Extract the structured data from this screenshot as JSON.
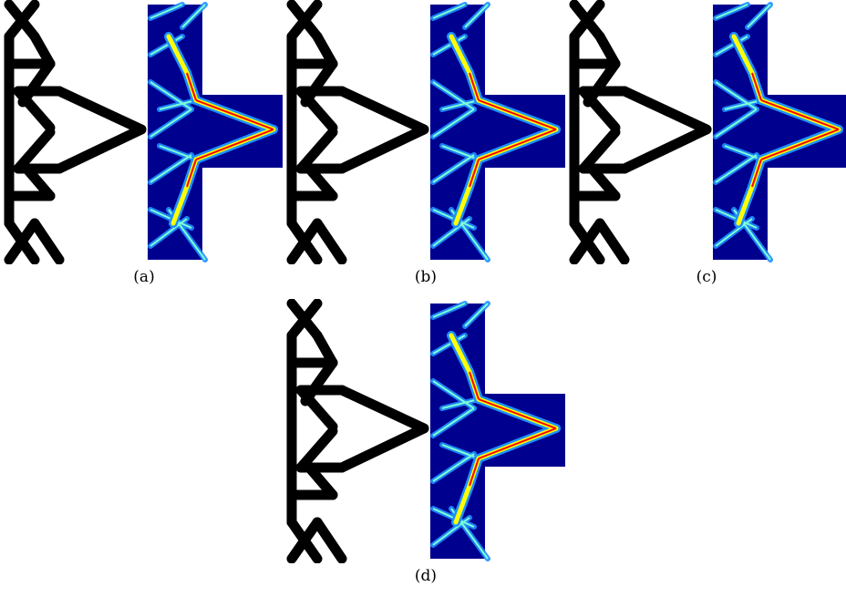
{
  "figure": {
    "panels": [
      {
        "id": "a",
        "caption": "(a)"
      },
      {
        "id": "b",
        "caption": "(b)"
      },
      {
        "id": "c",
        "caption": "(c)"
      },
      {
        "id": "d",
        "caption": "(d)"
      }
    ],
    "colors": {
      "structure": "#000000",
      "field_background": "#00008f",
      "field_low": "#1e90ff",
      "field_mid": "#7fffd4",
      "field_high_yellow": "#ffff00",
      "field_high": "#ff0000"
    }
  }
}
